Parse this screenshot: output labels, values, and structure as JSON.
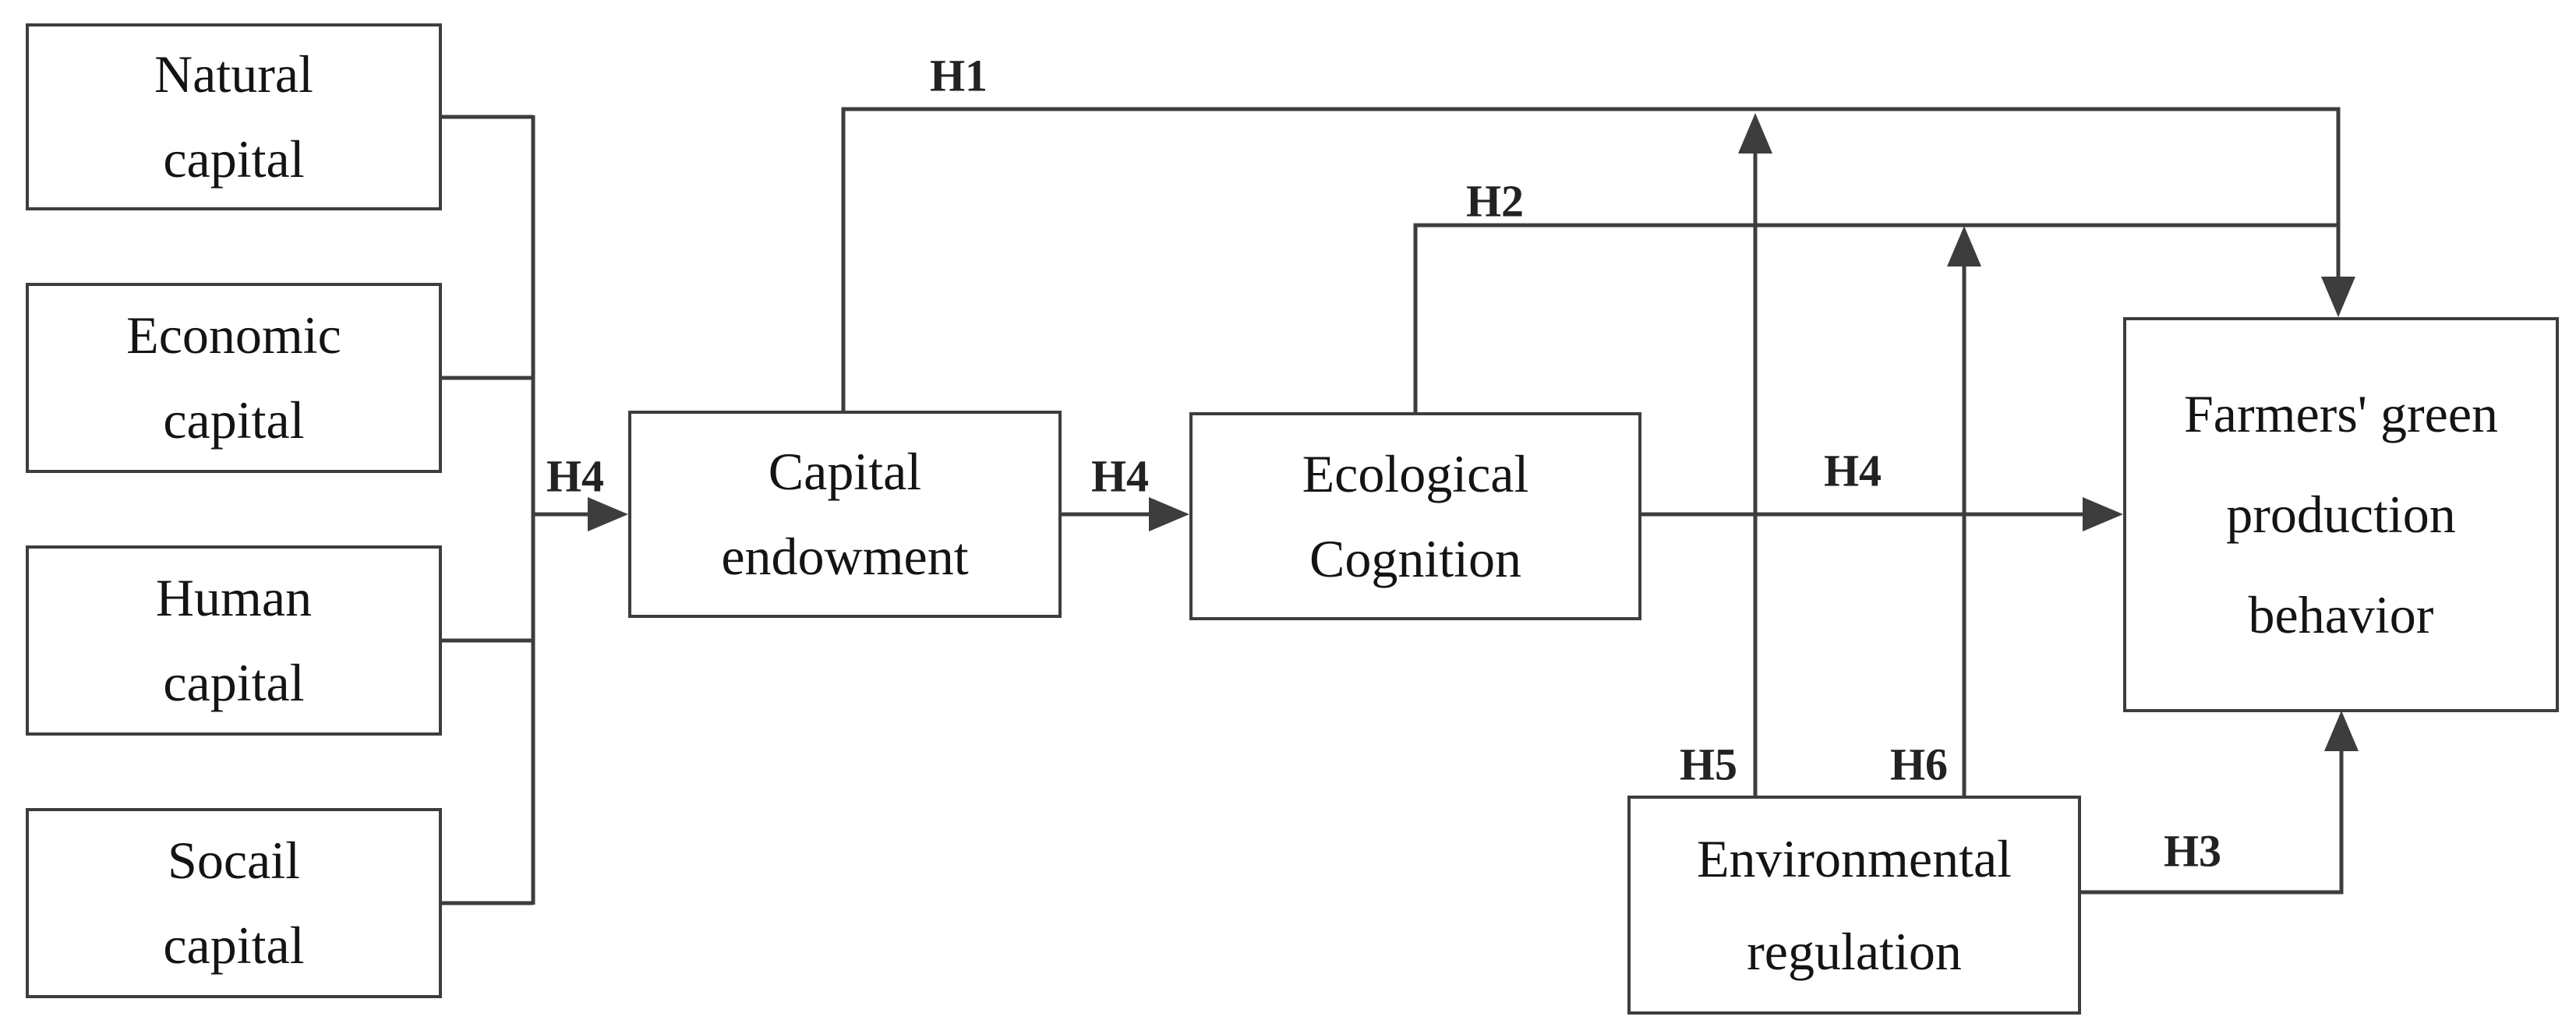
{
  "diagram": {
    "boxes": {
      "natural": {
        "label": "Natural capital"
      },
      "economic": {
        "label": "Economic capital"
      },
      "human": {
        "label": "Human capital"
      },
      "socail": {
        "label": "Socail capital"
      },
      "capital_endowment": {
        "label": "Capital endowment"
      },
      "ecological_cognition": {
        "label": "Ecological Cognition"
      },
      "farmers_green": {
        "label": "Farmers' green production behavior"
      },
      "environmental_regulation": {
        "label": "Environmental regulation"
      }
    },
    "path_labels": {
      "h1": "H1",
      "h2": "H2",
      "h3": "H3",
      "h4_left": "H4",
      "h4_mid": "H4",
      "h4_right": "H4",
      "h5": "H5",
      "h6": "H6"
    },
    "colors": {
      "line": "#3d3d3d",
      "text": "#141414",
      "background": "#ffffff"
    }
  }
}
